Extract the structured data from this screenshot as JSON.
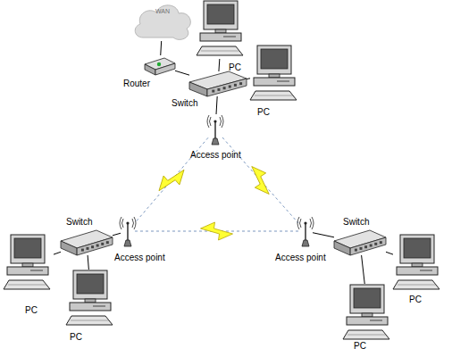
{
  "diagram": {
    "nodes": [
      {
        "text": [
          "WAN"
        ]
      },
      {
        "text": [
          "Router"
        ]
      },
      {
        "text": [
          "Switch"
        ]
      },
      {
        "text": [
          "PC"
        ]
      },
      {
        "text": [
          "PC"
        ]
      },
      {
        "text": [
          "Access point"
        ]
      },
      {
        "text": [
          "Switch"
        ]
      },
      {
        "text": [
          "Access point"
        ]
      },
      {
        "text": [
          "PC"
        ]
      },
      {
        "text": [
          "PC"
        ]
      },
      {
        "text": [
          "Access point"
        ]
      },
      {
        "text": [
          "Switch"
        ]
      },
      {
        "text": [
          "PC"
        ]
      },
      {
        "text": [
          "PC"
        ]
      }
    ],
    "edges": [
      {
        "from": 0,
        "to": 1,
        "arrow": "none"
      },
      {
        "from": 1,
        "to": 2,
        "arrow": "none"
      },
      {
        "from": 2,
        "to": 3,
        "arrow": "none"
      },
      {
        "from": 2,
        "to": 4,
        "arrow": "none"
      },
      {
        "from": 2,
        "to": 5,
        "arrow": "none"
      },
      {
        "from": 5,
        "to": 7,
        "arrow": "none"
      },
      {
        "from": 5,
        "to": 10,
        "arrow": "none"
      },
      {
        "from": 7,
        "to": 10,
        "arrow": "none"
      },
      {
        "from": 6,
        "to": 7,
        "arrow": "none"
      },
      {
        "from": 6,
        "to": 8,
        "arrow": "none"
      },
      {
        "from": 6,
        "to": 9,
        "arrow": "none"
      },
      {
        "from": 11,
        "to": 10,
        "arrow": "none"
      },
      {
        "from": 11,
        "to": 12,
        "arrow": "none"
      },
      {
        "from": 11,
        "to": 13,
        "arrow": "none"
      }
    ]
  }
}
